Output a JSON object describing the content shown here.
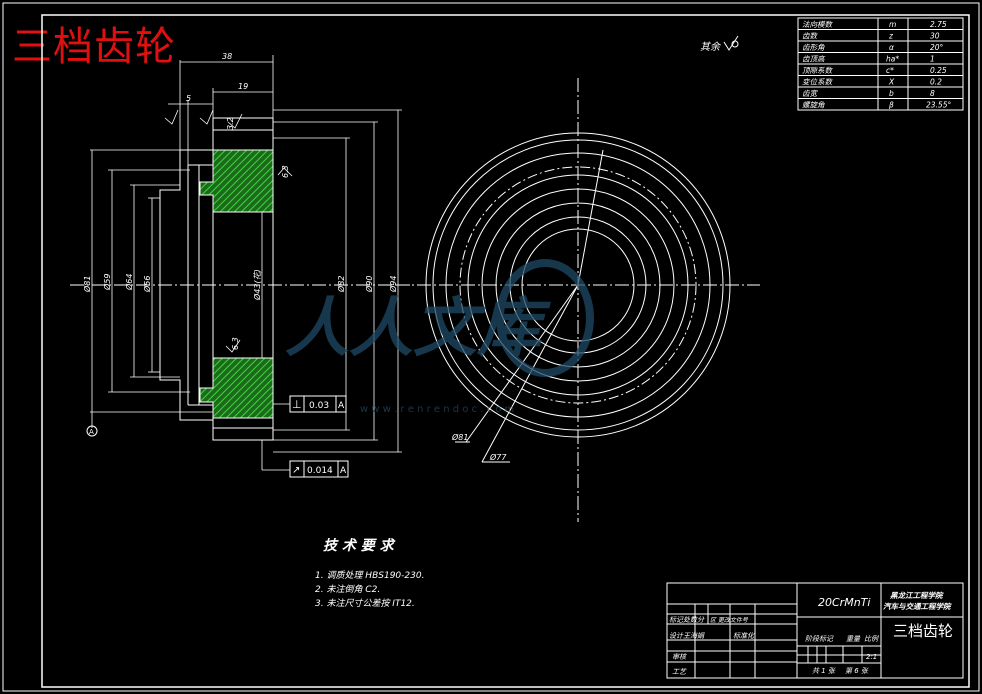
{
  "title": "三档齿轮",
  "spec_table": {
    "rows": [
      {
        "name": "法向模数",
        "sym": "m",
        "val": "2.75"
      },
      {
        "name": "齿数",
        "sym": "z",
        "val": "30"
      },
      {
        "name": "齿形角",
        "sym": "α",
        "val": "20°"
      },
      {
        "name": "齿顶高",
        "sym": "ha*",
        "val": "1"
      },
      {
        "name": "顶隙系数",
        "sym": "c*",
        "val": "0.25"
      },
      {
        "name": "变位系数",
        "sym": "X",
        "val": "0.2"
      },
      {
        "name": "齿宽",
        "sym": "b",
        "val": "8"
      },
      {
        "name": "螺旋角",
        "sym": "β",
        "val": "23.55°"
      }
    ]
  },
  "roughness_note": "其余",
  "dimensions": {
    "d_top_width": "38",
    "d_19": "19",
    "d_5": "5",
    "d_81": "Ø81",
    "d_59": "Ø59",
    "d_64": "Ø64",
    "d_56": "Ø56",
    "d_43": "Ø43(花)",
    "d_82": "Ø82",
    "d_90": "Ø90",
    "d_94": "Ø94",
    "d_front_81": "Ø81",
    "d_front_77": "Ø77",
    "roughness_a": "3.2",
    "roughness_b": "6.3",
    "roughness_c": "6.3"
  },
  "tolerance_frames": {
    "perp": {
      "sym": "⊥",
      "val": "0.03",
      "datum": "A"
    },
    "runout": {
      "sym": "↗",
      "val": "0.014",
      "datum": "A"
    }
  },
  "datum_label": "A",
  "tech_req": {
    "heading": "技 术 要 求",
    "items": [
      "1. 调质处理 HBS190-230.",
      "2. 未注倒角 C2.",
      "3. 未注尺寸公差按 IT12."
    ]
  },
  "title_block": {
    "material": "20CrMnTi",
    "school_1": "黑龙江工程学院",
    "school_2": "汽车与交通工程学院",
    "part_name": "三档齿轮",
    "labels": {
      "mark": "标记处数分",
      "sign": "区 更改文件号",
      "design": "设计王海娟",
      "std": "标准化",
      "review": "审核",
      "process": "工艺",
      "stage": "阶段标记",
      "weight": "重量",
      "scale": "比例",
      "ratio": "2:1",
      "total": "共 1 张",
      "sheet": "第 6 张"
    }
  },
  "watermark": {
    "text": "人人文库",
    "url": "w w w . r e n r e n d o c . c o m"
  },
  "colors": {
    "line": "#ffffff",
    "hatch": "#2fae2f",
    "title": "#e01010",
    "watermark": "#1e4a66"
  }
}
